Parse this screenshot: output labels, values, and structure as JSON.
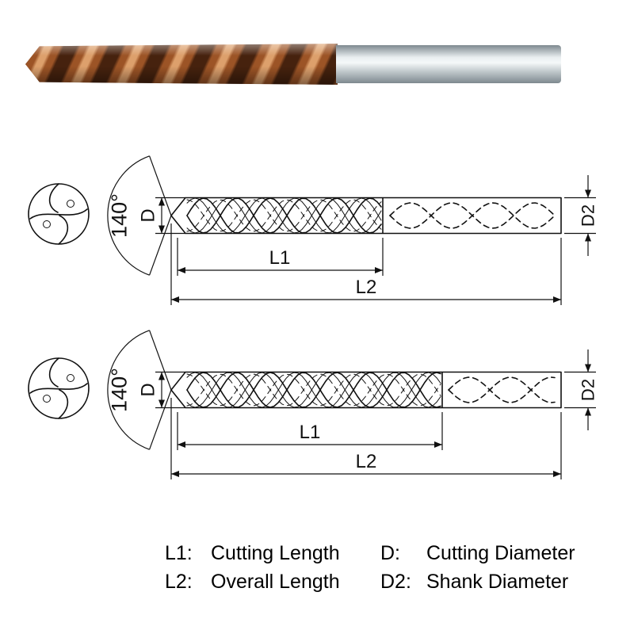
{
  "drawing": {
    "point_angle_label": "140°",
    "cutting_diameter_label": "D",
    "shank_diameter_label": "D2",
    "cutting_length_label": "L1",
    "overall_length_label": "L2"
  },
  "legend": {
    "items": [
      {
        "key": "L1:",
        "value": "Cutting Length"
      },
      {
        "key": "L2:",
        "value": "Overall Length"
      },
      {
        "key": "D:",
        "value": "Cutting Diameter"
      },
      {
        "key": "D2:",
        "value": "Shank Diameter"
      }
    ]
  },
  "colors": {
    "line_color": "#111111",
    "flute_dark": "#46220e",
    "flute_mid": "#9c5426",
    "flute_light": "#dda06c",
    "shank_dark": "#7e898f",
    "shank_mid": "#c3cbce",
    "shank_light": "#e9eef0"
  }
}
